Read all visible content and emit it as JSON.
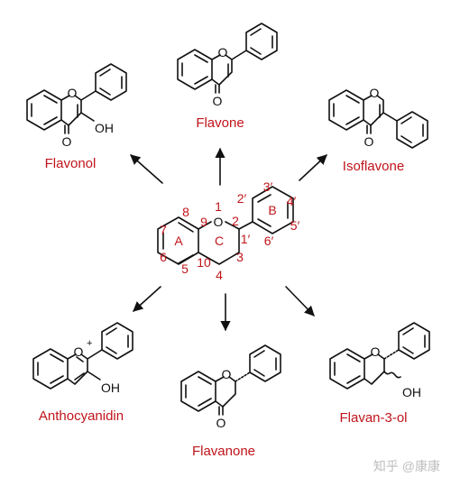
{
  "colors": {
    "label": "#c0141a",
    "structure": "#111111",
    "watermark": "#bdbdbd"
  },
  "compounds": {
    "flavone": "Flavone",
    "flavonol": "Flavonol",
    "isoflavone": "Isoflavone",
    "anthocyanidin": "Anthocyanidin",
    "flavanone": "Flavanone",
    "flavan3ol": "Flavan-3-ol"
  },
  "atoms": {
    "oxygen": "O",
    "oxygen_plus": "O",
    "charge": "+",
    "hydroxyl": "OH"
  },
  "core": {
    "ring_labels": {
      "a": "A",
      "b": "B",
      "c": "C"
    },
    "positions": {
      "p1": "1",
      "p2": "2",
      "p3": "3",
      "p4": "4",
      "p5": "5",
      "p6": "6",
      "p7": "7",
      "p8": "8",
      "p9": "9",
      "p10": "10",
      "p1p": "1′",
      "p2p": "2′",
      "p3p": "3′",
      "p4p": "4′",
      "p5p": "5′",
      "p6p": "6′"
    }
  },
  "watermark": "知乎 @康康"
}
